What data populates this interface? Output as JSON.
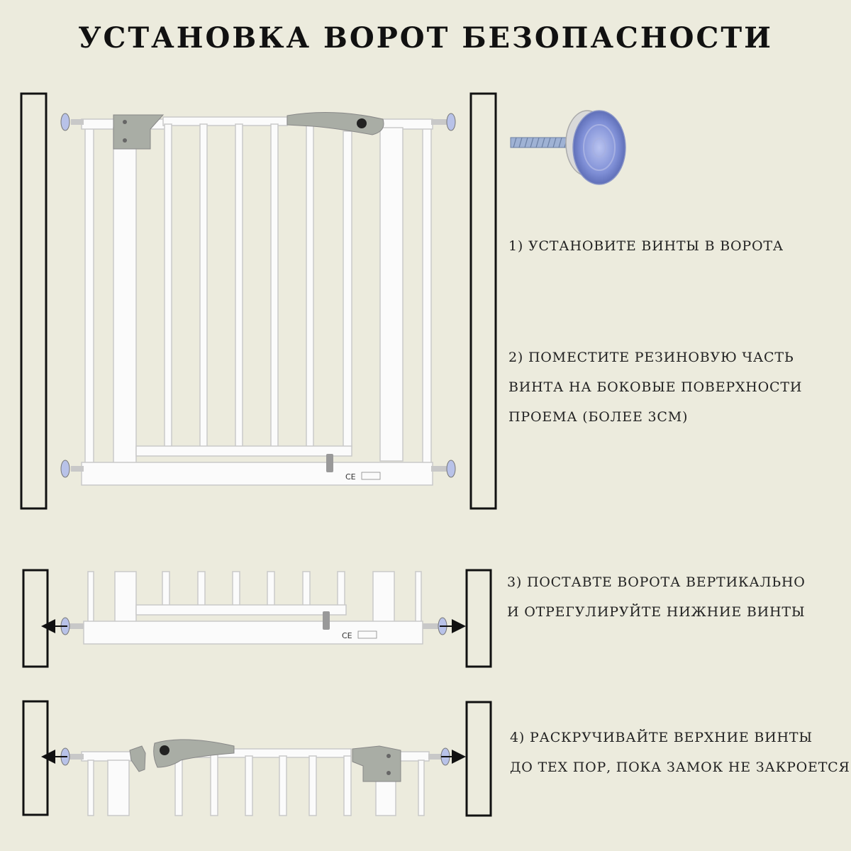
{
  "title": "УСТАНОВКА ВОРОТ БЕЗОПАСНОСТИ",
  "steps": [
    {
      "lines": [
        "1) УСТАНОВИТЕ ВИНТЫ В ВОРОТА"
      ]
    },
    {
      "lines": [
        "2) ПОМЕСТИТЕ РЕЗИНОВУЮ ЧАСТЬ",
        "ВИНТА НА БОКОВЫЕ ПОВЕРХНОСТИ",
        "ПРОЕМА (БОЛЕЕ 3СМ)"
      ]
    },
    {
      "lines": [
        "3) ПОСТАВТЕ ВОРОТА ВЕРТИКАЛЬНО",
        "И ОТРЕГУЛИРУЙТЕ НИЖНИЕ ВИНТЫ"
      ]
    },
    {
      "lines": [
        "4) РАСКРУЧИВАЙТЕ ВЕРХНИЕ ВИНТЫ",
        "ДО ТЕХ ПОР, ПОКА ЗАМОК НЕ ЗАКРОЕТСЯ"
      ]
    }
  ],
  "gate_mark": "CE",
  "colors": {
    "background": "#ecebdd",
    "gate_white": "#fbfbfb",
    "latch_gray": "#a9ada5",
    "screw_blue": "#7f8fd6"
  }
}
